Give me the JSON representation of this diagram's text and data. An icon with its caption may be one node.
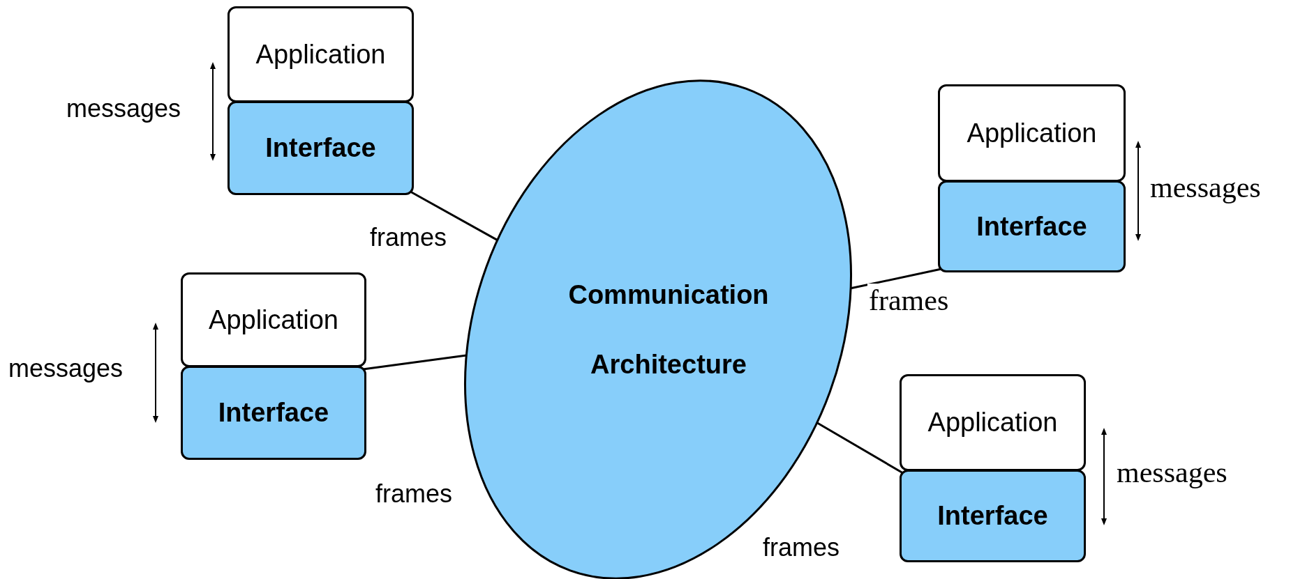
{
  "diagram": {
    "nodes": [
      {
        "text": [
          "Application"
        ]
      },
      {
        "text": [
          "Interface"
        ]
      },
      {
        "text": [
          "Application"
        ]
      },
      {
        "text": [
          "Interface"
        ]
      },
      {
        "text": [
          "Communication Architecture"
        ]
      },
      {
        "text": [
          "Application"
        ]
      },
      {
        "text": [
          "Interface"
        ]
      },
      {
        "text": [
          "Application"
        ]
      },
      {
        "text": [
          "Interface"
        ]
      }
    ],
    "edges": [
      {
        "from": 1,
        "to": 4,
        "arrow": "none",
        "label": "frames"
      },
      {
        "from": 3,
        "to": 4,
        "arrow": "none",
        "label": "frames"
      },
      {
        "from": 6,
        "to": 4,
        "arrow": "none",
        "label": "frames"
      },
      {
        "from": 8,
        "to": 4,
        "arrow": "none",
        "label": "frames"
      }
    ],
    "labels": [
      "messages",
      "messages",
      "messages",
      "messages"
    ]
  }
}
